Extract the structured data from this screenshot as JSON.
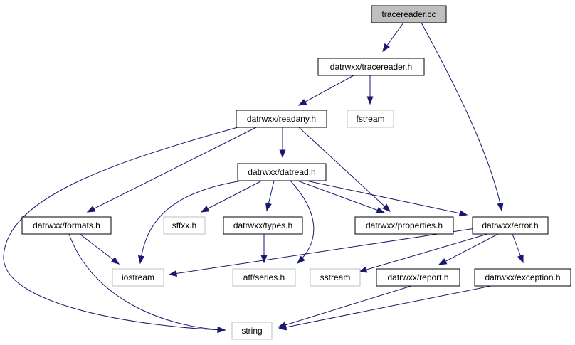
{
  "colors": {
    "edge": "#191970",
    "root_fill": "#bfbfbf",
    "node_border": "#000000",
    "external_border": "#bfbfbf",
    "background": "#ffffff"
  },
  "nodes": [
    {
      "id": "tracereader_cc",
      "label": "tracereader.cc",
      "kind": "root"
    },
    {
      "id": "tracereader_h",
      "label": "datrwxx/tracereader.h",
      "kind": "internal"
    },
    {
      "id": "fstream",
      "label": "fstream",
      "kind": "external"
    },
    {
      "id": "readany_h",
      "label": "datrwxx/readany.h",
      "kind": "internal"
    },
    {
      "id": "datread_h",
      "label": "datrwxx/datread.h",
      "kind": "internal"
    },
    {
      "id": "formats_h",
      "label": "datrwxx/formats.h",
      "kind": "internal"
    },
    {
      "id": "sffxx_h",
      "label": "sffxx.h",
      "kind": "external"
    },
    {
      "id": "types_h",
      "label": "datrwxx/types.h",
      "kind": "internal"
    },
    {
      "id": "properties_h",
      "label": "datrwxx/properties.h",
      "kind": "internal"
    },
    {
      "id": "error_h",
      "label": "datrwxx/error.h",
      "kind": "internal"
    },
    {
      "id": "iostream",
      "label": "iostream",
      "kind": "external"
    },
    {
      "id": "series_h",
      "label": "aff/series.h",
      "kind": "external"
    },
    {
      "id": "sstream",
      "label": "sstream",
      "kind": "external"
    },
    {
      "id": "report_h",
      "label": "datrwxx/report.h",
      "kind": "internal"
    },
    {
      "id": "exception_h",
      "label": "datrwxx/exception.h",
      "kind": "internal"
    },
    {
      "id": "string",
      "label": "string",
      "kind": "external"
    }
  ],
  "edges": [
    {
      "from": "tracereader_cc",
      "to": "tracereader_h"
    },
    {
      "from": "tracereader_cc",
      "to": "error_h"
    },
    {
      "from": "tracereader_h",
      "to": "readany_h"
    },
    {
      "from": "tracereader_h",
      "to": "fstream"
    },
    {
      "from": "readany_h",
      "to": "datread_h"
    },
    {
      "from": "readany_h",
      "to": "formats_h"
    },
    {
      "from": "readany_h",
      "to": "properties_h"
    },
    {
      "from": "readany_h",
      "to": "string"
    },
    {
      "from": "datread_h",
      "to": "iostream"
    },
    {
      "from": "datread_h",
      "to": "sffxx_h"
    },
    {
      "from": "datread_h",
      "to": "types_h"
    },
    {
      "from": "datread_h",
      "to": "series_h"
    },
    {
      "from": "datread_h",
      "to": "properties_h"
    },
    {
      "from": "datread_h",
      "to": "error_h"
    },
    {
      "from": "formats_h",
      "to": "iostream"
    },
    {
      "from": "formats_h",
      "to": "string"
    },
    {
      "from": "types_h",
      "to": "series_h"
    },
    {
      "from": "error_h",
      "to": "iostream"
    },
    {
      "from": "error_h",
      "to": "sstream"
    },
    {
      "from": "error_h",
      "to": "report_h"
    },
    {
      "from": "error_h",
      "to": "exception_h"
    },
    {
      "from": "report_h",
      "to": "string"
    },
    {
      "from": "exception_h",
      "to": "string"
    }
  ]
}
